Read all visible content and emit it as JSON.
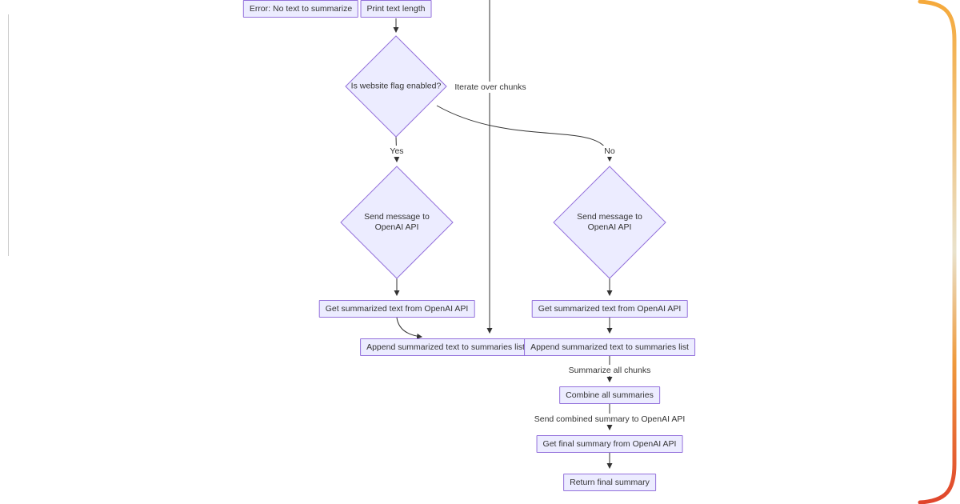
{
  "diagram": {
    "nodes": {
      "error_no_text": {
        "label": "Error: No text to summarize"
      },
      "print_text_length": {
        "label": "Print text length"
      },
      "is_website_flag": {
        "label": "Is website flag enabled?"
      },
      "send_message_left": {
        "label": "Send message to OpenAI API"
      },
      "send_message_right": {
        "label": "Send message to OpenAI API"
      },
      "get_summarized_left": {
        "label": "Get summarized text from OpenAI API"
      },
      "append_left": {
        "label": "Append summarized text to summaries list"
      },
      "get_summarized_right": {
        "label": "Get summarized text from OpenAI API"
      },
      "append_right": {
        "label": "Append summarized text to summaries list"
      },
      "combine_all": {
        "label": "Combine all summaries"
      },
      "get_final": {
        "label": "Get final summary from OpenAI API"
      },
      "return_final": {
        "label": "Return final summary"
      }
    },
    "edge_labels": {
      "iterate": "Iterate over chunks",
      "yes": "Yes",
      "no": "No",
      "summarize_all": "Summarize all chunks",
      "send_combined": "Send combined summary to OpenAI API"
    },
    "colors": {
      "node_fill": "#ECECFF",
      "node_border": "#9370DB",
      "edge": "#333333",
      "accent_top": "#F5A93B",
      "accent_bottom": "#E0452C"
    }
  }
}
